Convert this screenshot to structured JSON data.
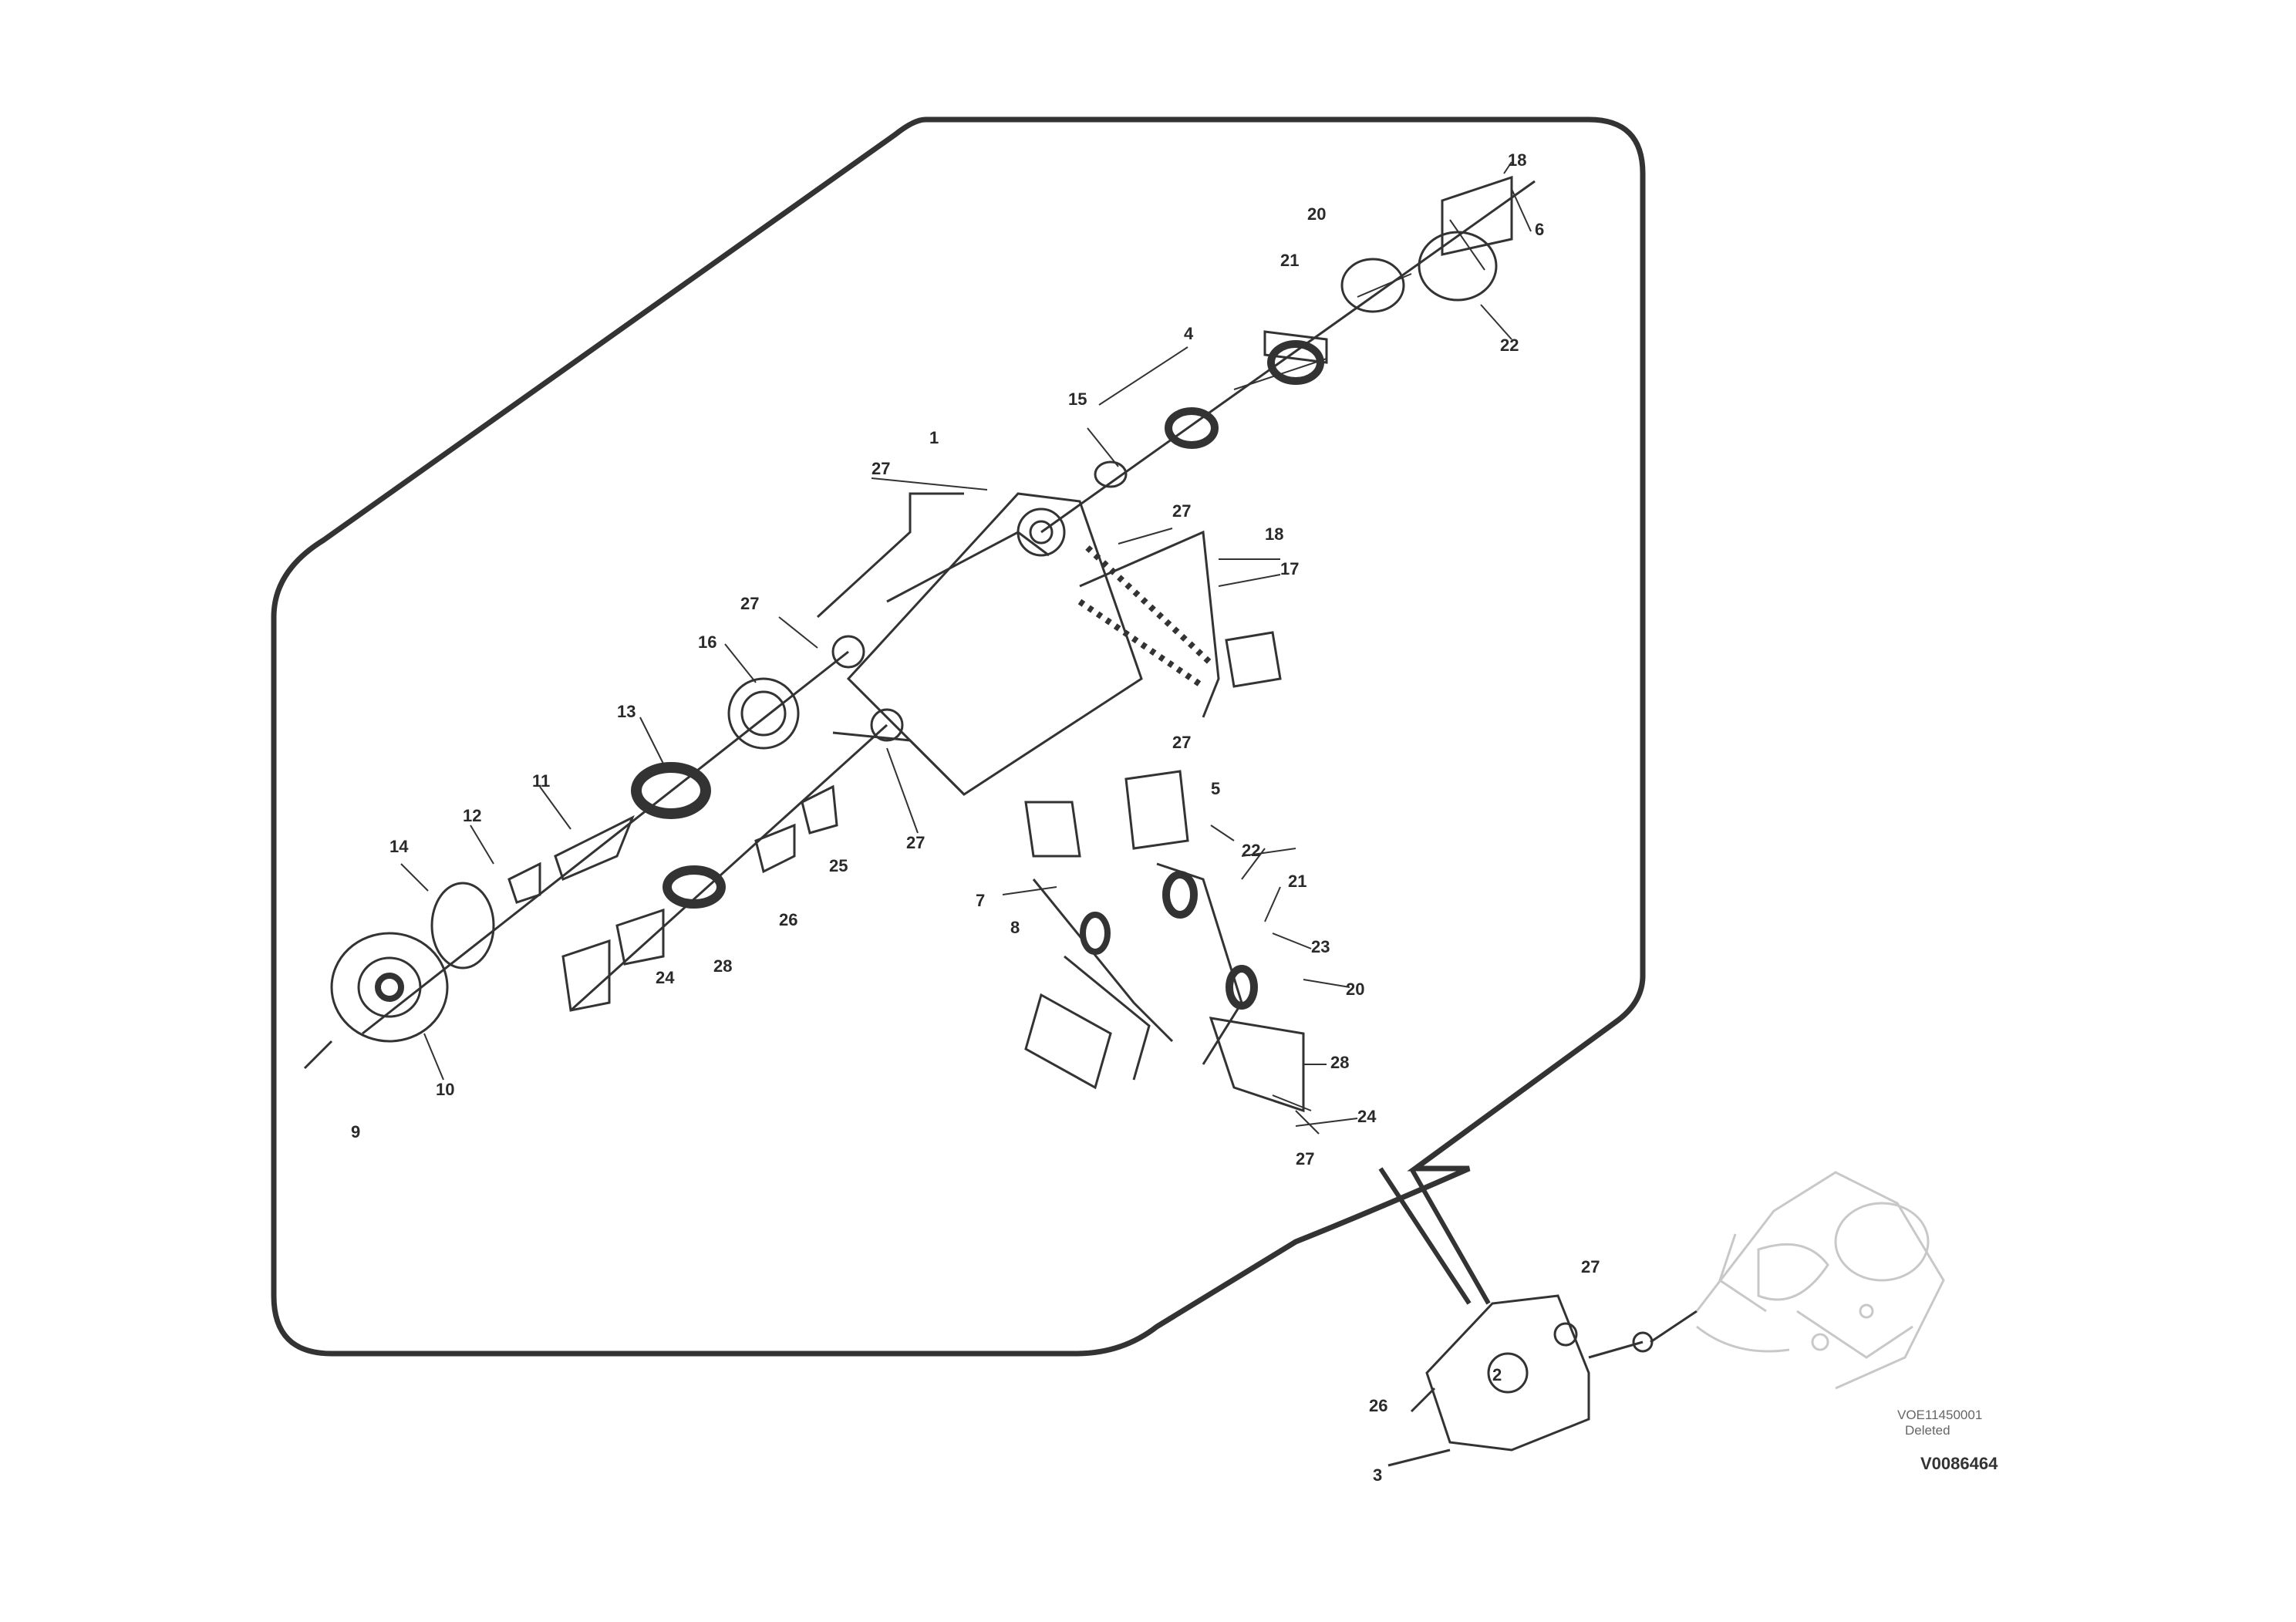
{
  "diagram": {
    "callouts": [
      {
        "id": "c1",
        "text": "18"
      },
      {
        "id": "c2",
        "text": "6"
      },
      {
        "id": "c3",
        "text": "20"
      },
      {
        "id": "c4",
        "text": "21"
      },
      {
        "id": "c5",
        "text": "22"
      },
      {
        "id": "c6",
        "text": "4"
      },
      {
        "id": "c7",
        "text": "15"
      },
      {
        "id": "c8",
        "text": "27"
      },
      {
        "id": "c9",
        "text": "1"
      },
      {
        "id": "c10",
        "text": "27"
      },
      {
        "id": "c11",
        "text": "18"
      },
      {
        "id": "c12",
        "text": "17"
      },
      {
        "id": "c13",
        "text": "27"
      },
      {
        "id": "c14",
        "text": "16"
      },
      {
        "id": "c15",
        "text": "13"
      },
      {
        "id": "c16",
        "text": "11"
      },
      {
        "id": "c17",
        "text": "12"
      },
      {
        "id": "c18",
        "text": "14"
      },
      {
        "id": "c19",
        "text": "10"
      },
      {
        "id": "c20",
        "text": "9"
      },
      {
        "id": "c21",
        "text": "27"
      },
      {
        "id": "c22",
        "text": "25"
      },
      {
        "id": "c23",
        "text": "26"
      },
      {
        "id": "c24",
        "text": "24"
      },
      {
        "id": "c25",
        "text": "28"
      },
      {
        "id": "c26",
        "text": "7"
      },
      {
        "id": "c27",
        "text": "8"
      },
      {
        "id": "c28",
        "text": "5"
      },
      {
        "id": "c29",
        "text": "27"
      },
      {
        "id": "c30",
        "text": "22"
      },
      {
        "id": "c31",
        "text": "21"
      },
      {
        "id": "c32",
        "text": "23"
      },
      {
        "id": "c33",
        "text": "20"
      },
      {
        "id": "c34",
        "text": "28"
      },
      {
        "id": "c35",
        "text": "24"
      },
      {
        "id": "c36",
        "text": "27"
      },
      {
        "id": "c37",
        "text": "27"
      },
      {
        "id": "c38",
        "text": "26"
      },
      {
        "id": "c39",
        "text": "2"
      },
      {
        "id": "c40",
        "text": "3"
      }
    ]
  },
  "reference": {
    "line1": "VOE11450001",
    "line2": "Deleted",
    "code": "V0086464"
  },
  "colors": {
    "ink": "#333333",
    "faint": "#c8c8c8",
    "background": "#ffffff"
  }
}
